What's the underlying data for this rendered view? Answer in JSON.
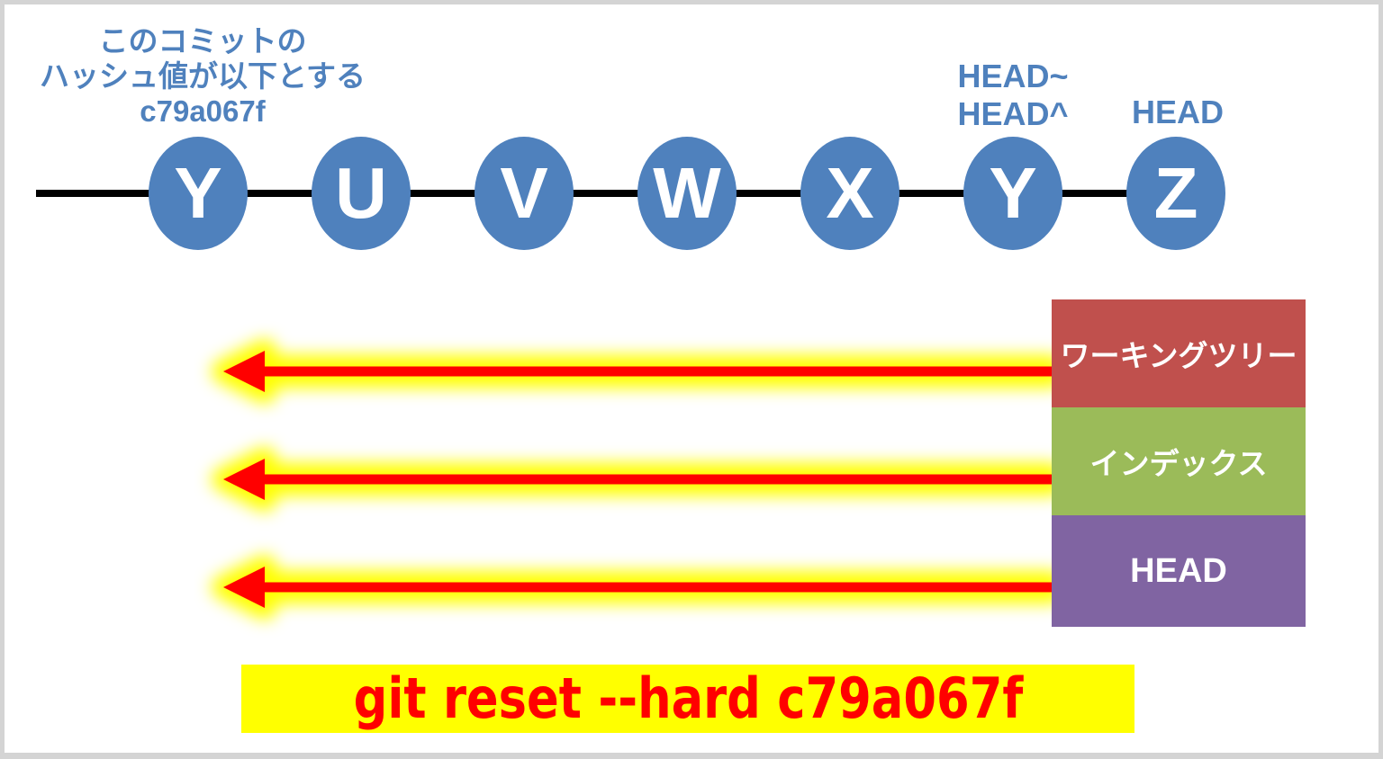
{
  "hash_annotation": {
    "lines": [
      "このコミットの",
      "ハッシュ値が以下とする",
      "c79a067f"
    ]
  },
  "head_pointer_labels": {
    "previous": [
      "HEAD~",
      "HEAD^"
    ],
    "current": "HEAD"
  },
  "commits": [
    "Y",
    "U",
    "V",
    "W",
    "X",
    "Y",
    "Z"
  ],
  "reset_targets": [
    {
      "label": "ワーキングツリー",
      "color": "#c0504d"
    },
    {
      "label": "インデックス",
      "color": "#9bbb59"
    },
    {
      "label": "HEAD",
      "color": "#8064a2"
    }
  ],
  "command_banner": {
    "text": "git reset --hard c79a067f",
    "background": "#ffff00",
    "text_color": "#ff0000"
  },
  "colors": {
    "commit_node": "#4f81bd",
    "annotation_text": "#4f81bd",
    "commit_line": "#000000",
    "arrow": "#ff0000",
    "arrow_glow": "#ffff00",
    "frame_border": "#d4d4d4"
  }
}
